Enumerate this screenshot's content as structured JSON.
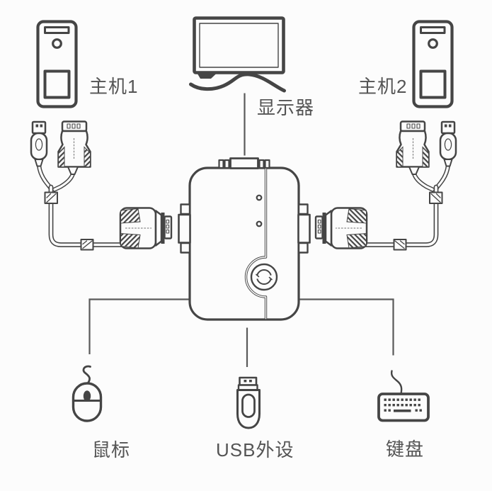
{
  "page": {
    "kind": "product-connection-diagram",
    "background": "#fcfcfc"
  },
  "colors": {
    "ink": "#454545",
    "connection_line": "#5a5a5a",
    "label_text": "#545454",
    "background": "#fcfcfc"
  },
  "diagram": {
    "nodes": [
      {
        "id": "host1",
        "label": "主机1",
        "icon": "desktop-tower-icon",
        "position": "top-left"
      },
      {
        "id": "monitor",
        "label": "显示器",
        "icon": "monitor-icon",
        "position": "top-center"
      },
      {
        "id": "host2",
        "label": "主机2",
        "icon": "desktop-tower-icon",
        "position": "top-right"
      },
      {
        "id": "kvm",
        "icon": "kvm-switch-icon",
        "position": "center"
      },
      {
        "id": "mouse",
        "label": "鼠标",
        "icon": "mouse-icon",
        "position": "bottom-left"
      },
      {
        "id": "usb",
        "label": "USB外设",
        "icon": "usb-flash-drive-icon",
        "position": "bottom-center"
      },
      {
        "id": "keyboard",
        "label": "键盘",
        "icon": "keyboard-icon",
        "position": "bottom-right"
      }
    ],
    "connections": [
      {
        "from": "host1",
        "to": "kvm",
        "via": "dual-cable-vga-usb"
      },
      {
        "from": "host2",
        "to": "kvm",
        "via": "dual-cable-vga-usb"
      },
      {
        "from": "monitor",
        "to": "kvm",
        "via": "line"
      },
      {
        "from": "kvm",
        "to": "mouse",
        "via": "line"
      },
      {
        "from": "kvm",
        "to": "usb",
        "via": "line"
      },
      {
        "from": "kvm",
        "to": "keyboard",
        "via": "line"
      }
    ]
  }
}
